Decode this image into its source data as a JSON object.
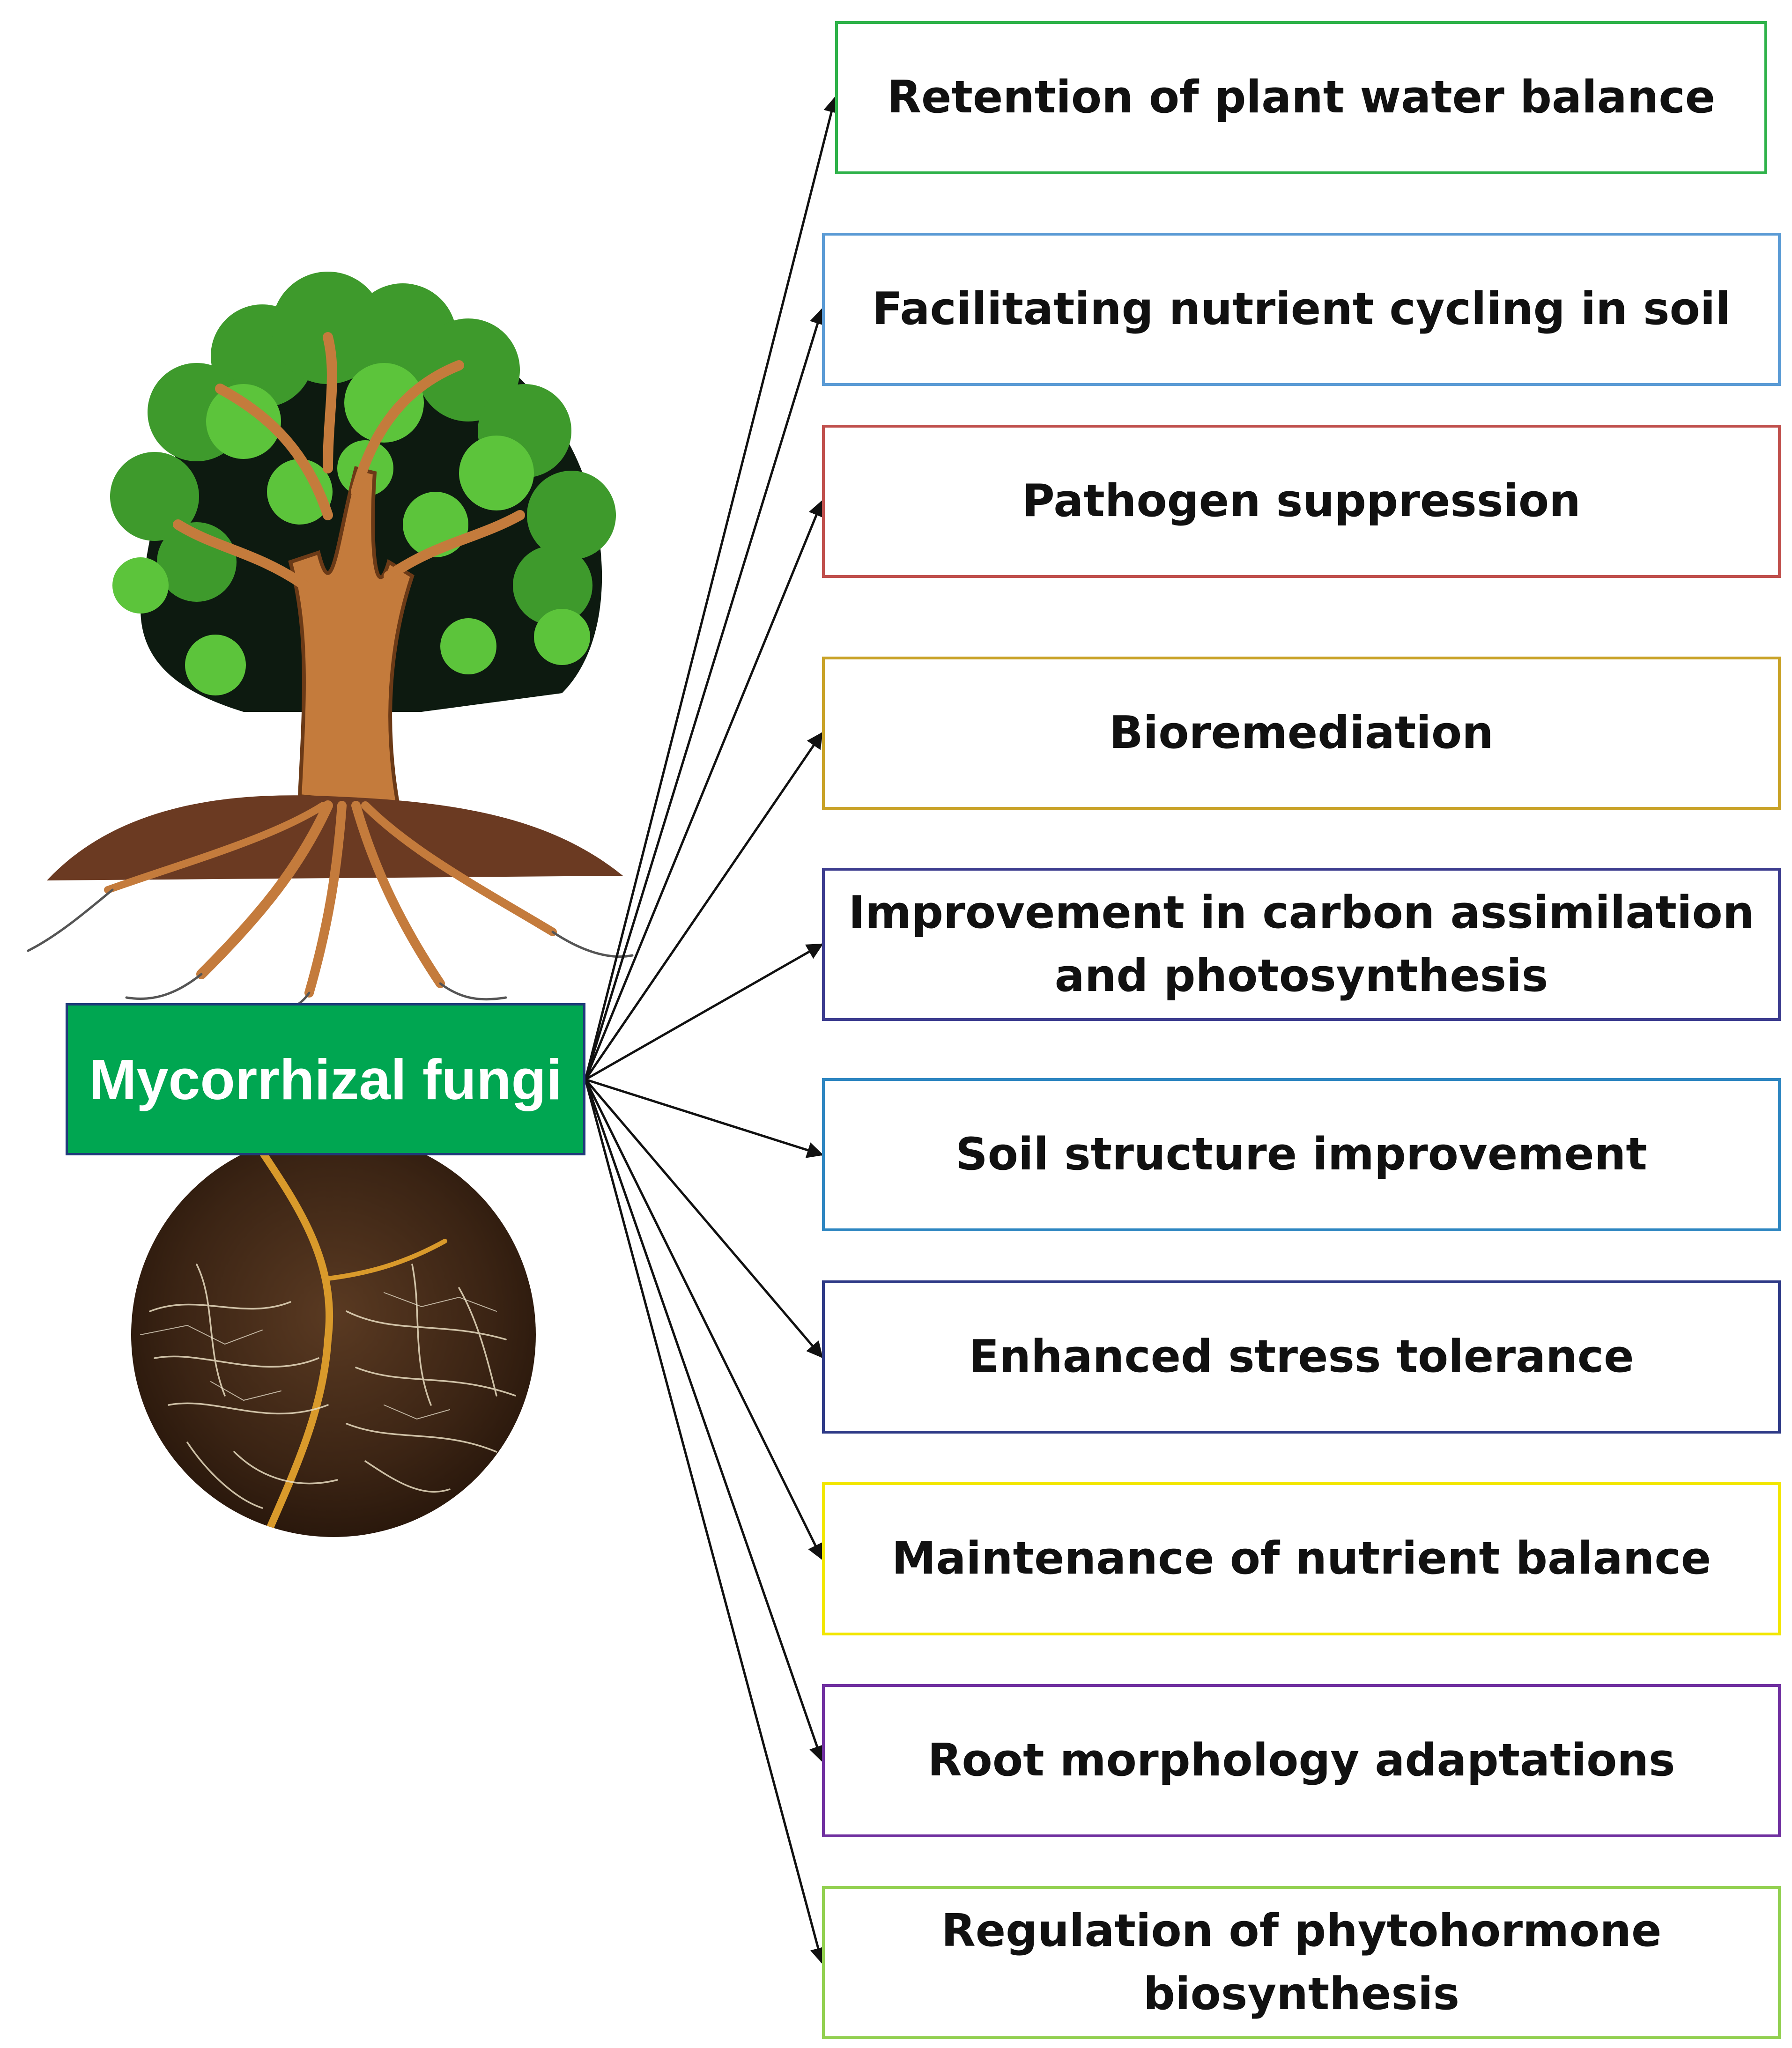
{
  "diagram": {
    "center": {
      "label": "Mycorrhizal fungi",
      "color": "#00a651"
    },
    "benefits": [
      {
        "label": "Retention of plant water balance",
        "border": "#2fb24a"
      },
      {
        "label": "Facilitating nutrient cycling in soil",
        "border": "#5b9bd5"
      },
      {
        "label": "Pathogen suppression",
        "border": "#c0504d"
      },
      {
        "label": "Bioremediation",
        "border": "#c9a227"
      },
      {
        "label": "Improvement in carbon assimilation and photosynthesis",
        "border": "#3d3d8f"
      },
      {
        "label": "Soil structure improvement",
        "border": "#2e86c1"
      },
      {
        "label": "Enhanced stress tolerance",
        "border": "#2e3a87"
      },
      {
        "label": "Maintenance of nutrient balance",
        "border": "#f2e600"
      },
      {
        "label": "Root morphology adaptations",
        "border": "#7030a0"
      },
      {
        "label": "Regulation of phytohormone biosynthesis",
        "border": "#92d050"
      }
    ],
    "arrow_color": "#111111"
  }
}
